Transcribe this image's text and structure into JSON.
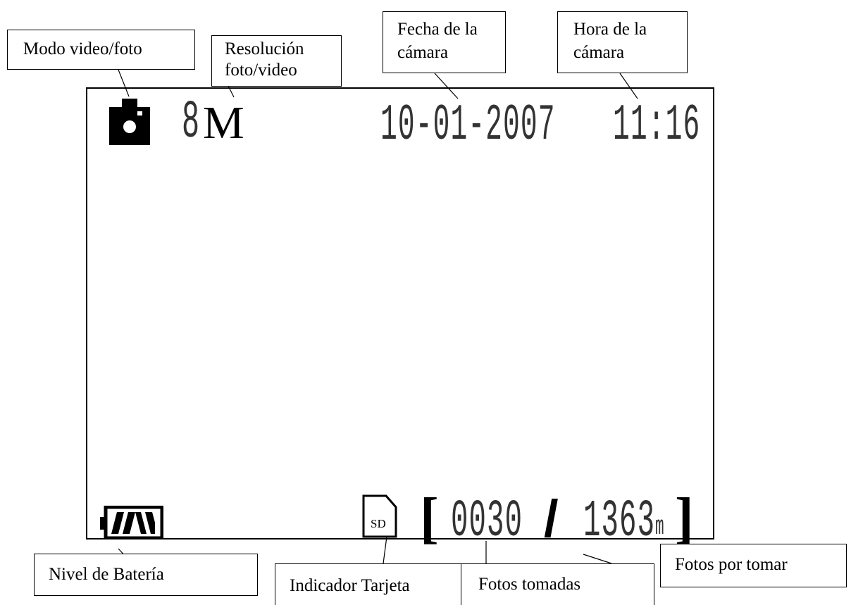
{
  "labels": {
    "modo": "Modo video/foto",
    "resolucion_line1": "Resolución",
    "resolucion_line2": "foto/video",
    "fecha_line1": "Fecha de la",
    "fecha_line2": "cámara",
    "hora_line1": "Hora de la",
    "hora_line2": "cámara",
    "bateria": "Nivel de Batería",
    "tarjeta": "Indicador Tarjeta",
    "tomadas": "Fotos tomadas",
    "por_tomar": "Fotos por tomar"
  },
  "display": {
    "resolution_digit": "8",
    "resolution_unit": "M",
    "date": "10-01-2007",
    "time": "11:16",
    "sd_text": "SD",
    "taken": "0030",
    "separator": "/",
    "remaining": "1363",
    "remaining_suffix": "m",
    "bracket_open": "[",
    "bracket_close": "]"
  },
  "icons": {
    "mode": "camera-icon",
    "battery": "battery-icon",
    "card": "sd-card-icon"
  }
}
